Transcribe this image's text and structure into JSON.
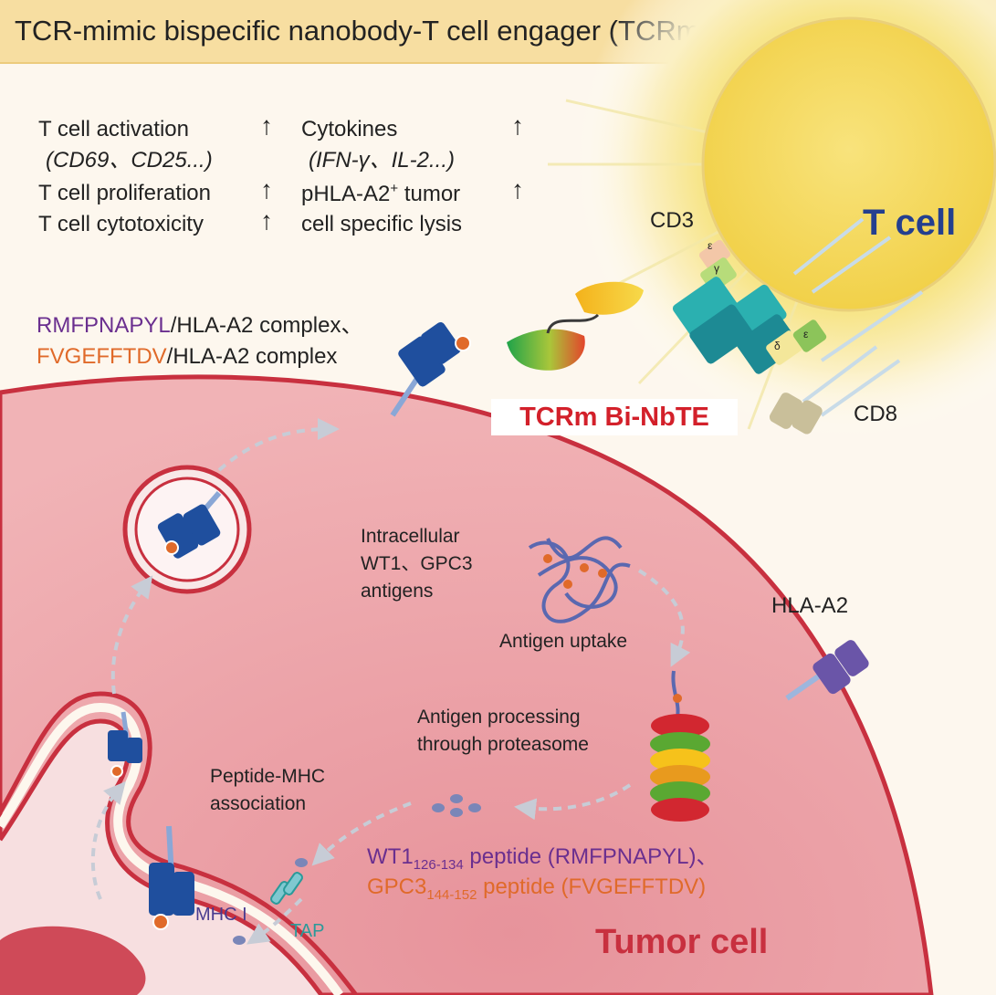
{
  "title": "TCR-mimic bispecific nanobody-T cell engager (TCRm Bi-NbTE)",
  "effects": {
    "left": [
      {
        "text": "T cell activation"
      },
      {
        "text": "(CD69、CD25...)"
      },
      {
        "text": "T cell proliferation"
      },
      {
        "text": "T cell cytotoxicity"
      }
    ],
    "right": [
      {
        "text": "Cytokines"
      },
      {
        "text": "(IFN-γ、IL-2...)"
      },
      {
        "text": "pHLA-A2"
      },
      {
        "text": "+"
      },
      {
        "text": " tumor"
      },
      {
        "text": "cell specific lysis"
      }
    ],
    "up_arrow": "↑"
  },
  "labels": {
    "t_cell": "T cell",
    "cd3": "CD3",
    "cd8": "CD8",
    "epsilon": "ε",
    "gamma": "γ",
    "delta": "δ",
    "complex_1_peptide": "RMFPNAPYL",
    "complex_1_rest": "/HLA-A2 complex、",
    "complex_2_peptide": "FVGEFFTDV",
    "complex_2_rest": "/HLA-A2 complex",
    "tcrm": "TCRm Bi-NbTE",
    "intracellular_1": "Intracellular",
    "intracellular_2": "WT1、GPC3",
    "intracellular_3": "antigens",
    "antigen_uptake": "Antigen uptake",
    "processing_1": "Antigen processing",
    "processing_2": "through proteasome",
    "hla_a2": "HLA-A2",
    "peptide_mhc_1": "Peptide-MHC",
    "peptide_mhc_2": "association",
    "wt1": "WT1",
    "wt1_sub": "126-134",
    "wt1_rest": " peptide (RMFPNAPYL)、",
    "gpc3": "GPC3",
    "gpc3_sub": "144-152",
    "gpc3_rest": " peptide (FVGEFFTDV)",
    "mhc_i": "MHC I",
    "tap": "TAP",
    "tumor_cell": "Tumor cell"
  },
  "colors": {
    "title_band": "#f7dea1",
    "tumor_fill": "#e58a95",
    "tumor_edge": "#c8303f",
    "t_cell_glow": "#f6e36b",
    "hla_blue": "#1f4f9e",
    "purple": "#6a2f8f",
    "orange": "#e06a2a",
    "teal": "#2a9a9a",
    "red_label": "#d3202a",
    "navy_label": "#243f8f"
  }
}
